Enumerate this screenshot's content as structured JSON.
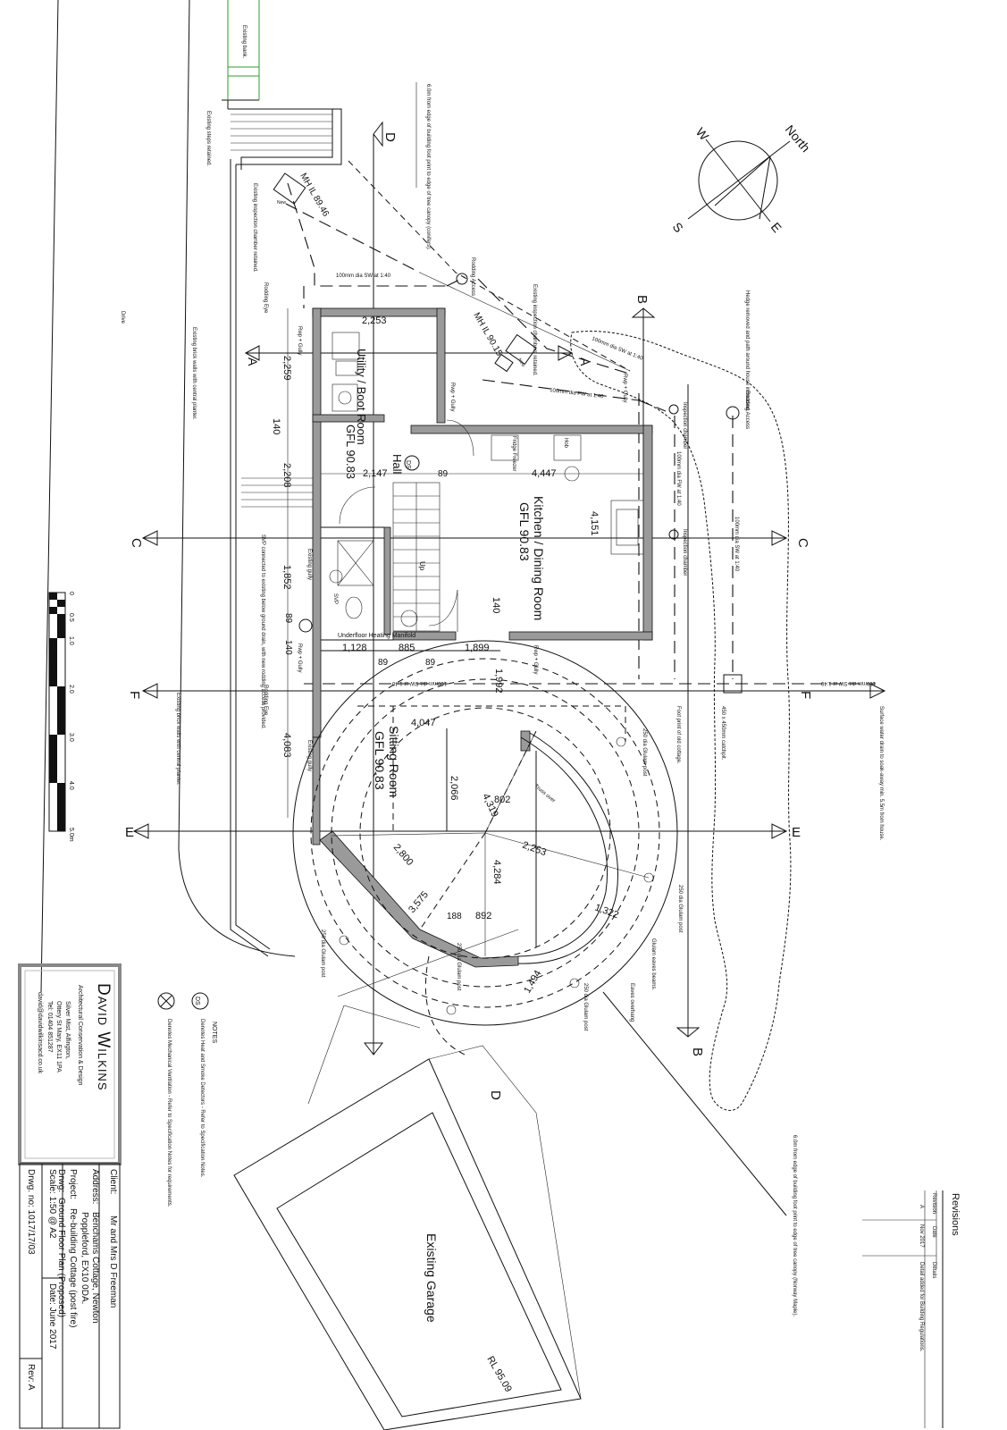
{
  "labels": {
    "existing_bank": "Existing bank.",
    "existing_steps": "Existing steps retained.",
    "tree_canopy_conifers": "6.0m from edge of building foot print to edge of tree canopy (conifers).",
    "tree_canopy_maple": "6.0m from edge of building foot print to edge of tree canopy (Norway Maple).",
    "existing_ic": "Existing inspection chamber retained.",
    "existing_ic_2": "Existing inspection chambers retained.",
    "mh_1": "MH IL 89.46",
    "mh_2": "MH IL 90.15",
    "new": "New",
    "rodding_access": "Rodding Access",
    "rodding_eye": "Rodding Eye",
    "rwp_gully": "Rwp + Gully",
    "sw_100_a": "100mm dia SW at 1:40",
    "sw_100_b": "100mm dia SW at 1:40",
    "fw_100_a": "100mm dia FW at 1:40",
    "fw_100_b": "100mm dia FW at 1:40",
    "sw_100_c": "100mm dia SW at 1:40",
    "sw_100_d": "100mm dia SW at 1:40",
    "sw_100_e": "100mm dia SW at 1:40",
    "hedge": "Hedge removed and path around house increased.",
    "inspection_chamber": "Inspection chamber",
    "drive": "Drive",
    "brick_walls_1": "Existing brick walls with central planter.",
    "brick_walls_2": "Existing brick walls with central planter.",
    "utility": "Utility / Boot Room",
    "gfl_hall": "GFL 90.83",
    "hall": "Hall",
    "kitchen": "Kitchen / Dining Room",
    "kitchen_gfl": "GFL 90.83",
    "sitting": "Sitting Room",
    "sitting_gfl": "GFL 90.83",
    "fridge": "Fridge Freezer",
    "hob": "Hob",
    "up": "Up",
    "svp": "SVP",
    "underfloor": "Underfloor Heating Manifold",
    "svp_note": "SVP connected to existing below ground drain, with new rodding access provided.",
    "existing_gully": "Existing gully",
    "footprint_old": "Foot print of old cottage.",
    "soakaway_cp": "450 x 450mm catchpit.",
    "surface_water": "Surface water drain to soak-away min. 5.5m from house.",
    "glulam_post": "250 dia Glulam post",
    "glulam_beams": "Glulam eaves beams.",
    "eaves": "Eaves overhang",
    "truss": "Truss over",
    "existing_garage": "Existing Garage",
    "rl": "RL 95.09",
    "north": "North",
    "compass_w": "W",
    "compass_s": "S",
    "compass_e": "E",
    "ds_mark": "DS",
    "notes_title": "NOTES",
    "note_ds": "Denotes Heat and Smoke Detectors - Refer to Specification Notes.",
    "note_fan": "Denotes Mechanical Ventilation - Refer to Specification Notes for requirements."
  },
  "dims": {
    "d2253": "2,253",
    "d2259": "2,259",
    "d140a": "140",
    "d2147": "2,147",
    "d89a": "89",
    "d4447": "4,447",
    "d2208": "2,208",
    "d4151": "4,151",
    "d1852": "1,852",
    "d140b": "140",
    "d89b": "89",
    "d1128": "1,128",
    "d885": "885",
    "d89c": "89",
    "d89d": "89",
    "d1899": "1,899",
    "d140c": "140",
    "d1992": "1,992",
    "d4047": "4,047",
    "d4083": "4,083",
    "d2066": "2,066",
    "d4319": "4,319",
    "d802": "802",
    "d2800": "2,800",
    "d4284": "4,284",
    "d2253b": "2,253",
    "d3575": "3,575",
    "d188": "188",
    "d892": "892",
    "d1322": "1,322",
    "d1494": "1,494"
  },
  "sections": {
    "a": "A",
    "b": "B",
    "c": "C",
    "d": "D",
    "e": "E",
    "f": "F"
  },
  "scale_bar": {
    "ticks": [
      "0",
      "0.5",
      "1.0",
      "2.0",
      "3.0",
      "4.0",
      "5.0m"
    ]
  },
  "practice": {
    "name": "David Wilkins",
    "subtitle": "Architectural Conservation & Design",
    "addr1": "Silver Mist, Alfington,",
    "addr2": "Ottery St Mary, EX11 1PA",
    "tel": "Tel: 01404 851287",
    "email": "david@davidwilkinsacd.co.uk"
  },
  "title_block": {
    "client_k": "Client:",
    "client_v": "Mr and Mrs D Freeman",
    "address_k": "Address:",
    "address_v1": "Benchams Cottage, Newton",
    "address_v2": "Poppleford, EX10 0DA.",
    "project_k": "Project:",
    "project_v": "Re-building Cottage (post fire)",
    "drwg_k": "Drwg:",
    "drwg_v": "Ground Floor Plan (Proposed)",
    "scale": "Scale: 1:50 @ A2",
    "date": "Date: June 2017",
    "drwgno": "Drwg. no: 1017/17/03",
    "rev": "Rev: A"
  },
  "revisions": {
    "title": "Revisions",
    "headers": [
      "Revision",
      "Date",
      "Details"
    ],
    "rows": [
      {
        "rev": "A",
        "date": "Nov 2017",
        "details": "Detail added for Building Regulations."
      }
    ]
  }
}
